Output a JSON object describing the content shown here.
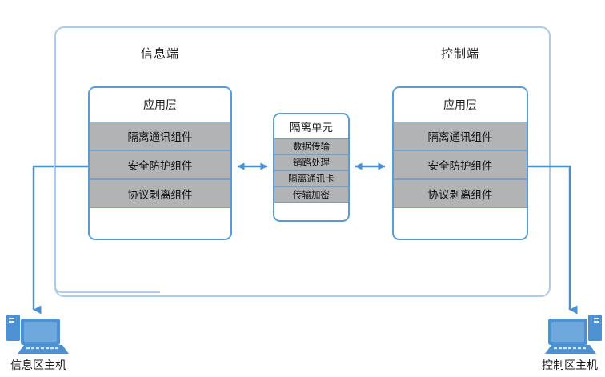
{
  "diagram": {
    "title_left": "信息端",
    "title_right": "控制端",
    "left_panel": {
      "header": "应用层",
      "rows": [
        "隔离通讯组件",
        "安全防护组件",
        "协议剥离组件"
      ]
    },
    "right_panel": {
      "header": "应用层",
      "rows": [
        "隔离通讯组件",
        "安全防护组件",
        "协议剥离组件"
      ]
    },
    "isolation_unit": {
      "header": "隔离单元",
      "rows": [
        "数据传输",
        "销路处理",
        "隔离通讯卡",
        "传输加密"
      ]
    },
    "hosts": {
      "left": "信息区主机",
      "right": "控制区主机"
    },
    "colors": {
      "panel_border": "#5b9bd5",
      "outer_border": "#aecbe8",
      "row_fill": "#b2b3b5",
      "arrow": "#4a8fd0",
      "icon_blue": "#4e91d2",
      "icon_blue_light": "#6fa8dc",
      "text": "#1a1a1a",
      "background": "#ffffff"
    }
  }
}
